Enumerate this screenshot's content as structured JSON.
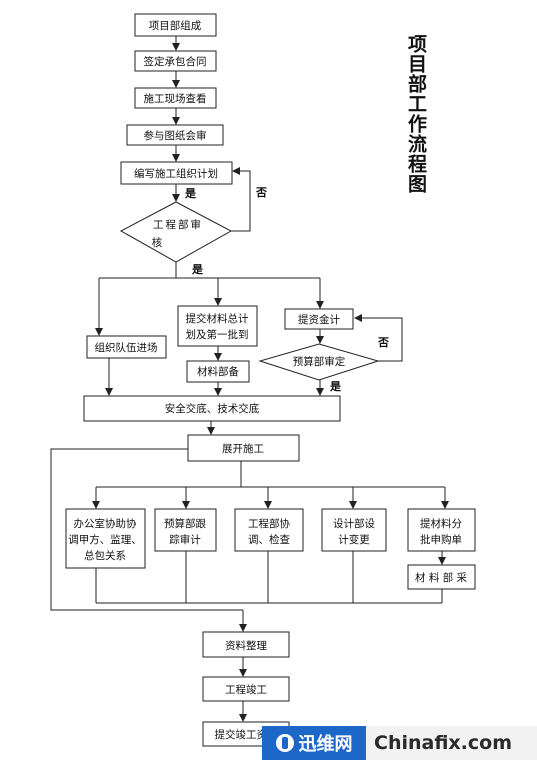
{
  "title": "项目部工作流程图",
  "steps": {
    "team_setup": "项目部组成",
    "sign_contract": "签定承包合同",
    "site_survey": "施工现场查看",
    "drawing_review": "参与图纸会审",
    "write_plan": "编写施工组织计划",
    "eng_review": "工程部审",
    "eng_review_2": "核",
    "organize_team": "组织队伍进场",
    "submit_materials_1": "提交材料总计",
    "submit_materials_2": "划及第一批到",
    "material_prep": "材料部备",
    "submit_funds": "提资金计",
    "budget_review": "预算部审定",
    "safety_briefing": "安全交底、技术交底",
    "start_construction": "展开施工",
    "office_1": "办公室协助协",
    "office_2": "调甲方、监理、",
    "office_3": "总包关系",
    "budget_track_1": "预算部跟",
    "budget_track_2": "踪审计",
    "eng_coord_1": "工程部协",
    "eng_coord_2": "调、检查",
    "design_change_1": "设计部设",
    "design_change_2": "计变更",
    "mat_order_1": "提材料分",
    "mat_order_2": "批申购单",
    "mat_purchase": "材 料 部 采",
    "doc_organize": "资料整理",
    "completion": "工程竣工",
    "submit_completion": "提交竣工资料"
  },
  "labels": {
    "yes": "是",
    "no": "否"
  },
  "watermark": {
    "brand": "迅维网",
    "site": "Chinafix.com"
  }
}
